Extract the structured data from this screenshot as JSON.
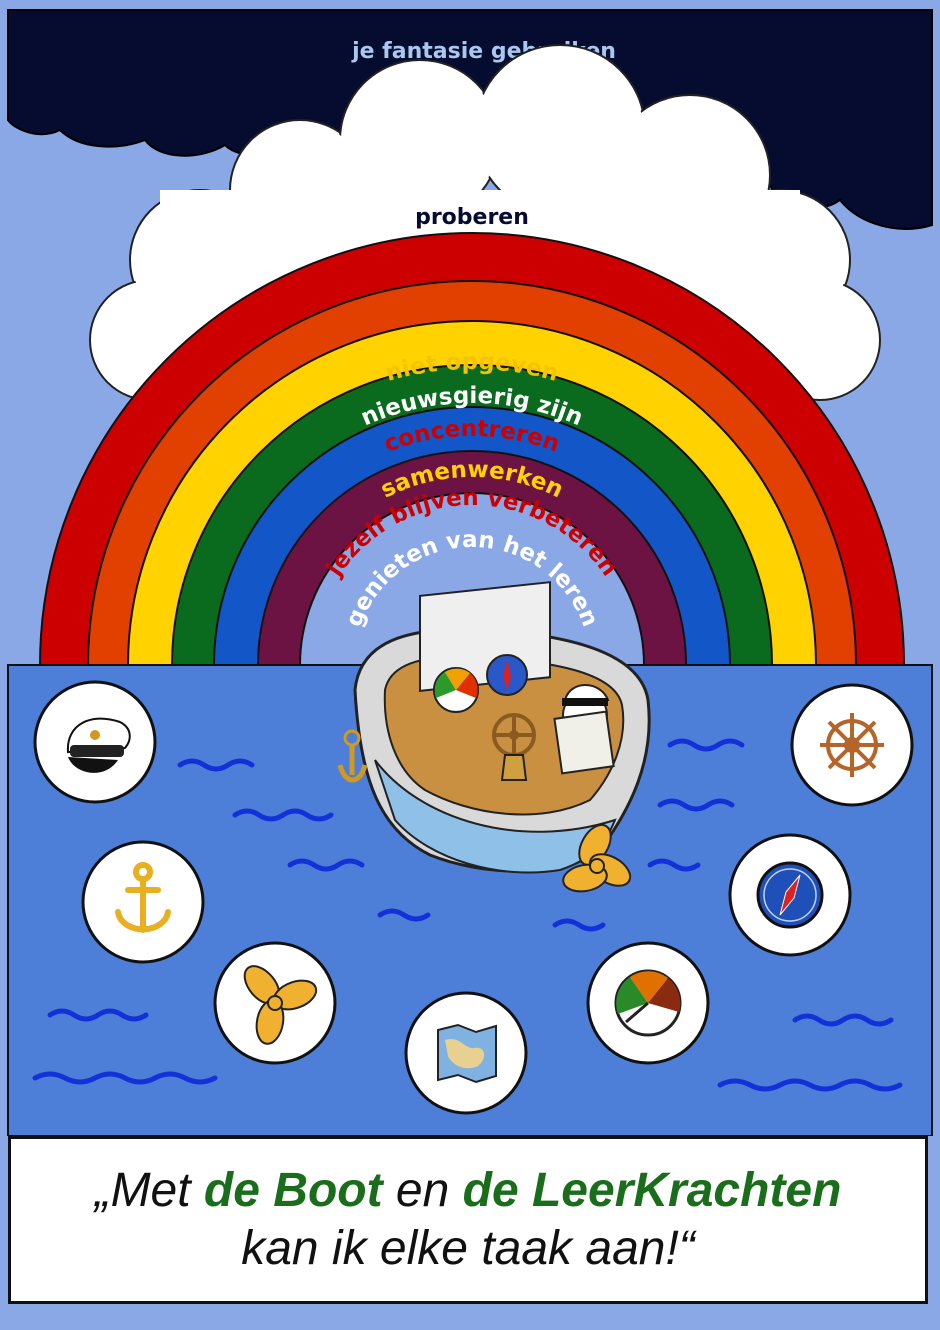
{
  "top_label": "je fantasie gebruiken",
  "rainbow": {
    "outer_label": "proberen",
    "bands": [
      {
        "text": "niet opgeven",
        "fill": "#cc0000",
        "text_color": "#f5c400"
      },
      {
        "text": "nieuwsgierig zijn",
        "fill": "#e24000",
        "text_color": "#ffffff"
      },
      {
        "text": "concentreren",
        "fill": "#ffd200",
        "text_color": "#cc0000"
      },
      {
        "text": "samenwerken",
        "fill": "#0a6a1e",
        "text_color": "#ffd200"
      },
      {
        "text": "jezelf blijven verbeteren",
        "fill": "#1356c8",
        "text_color": "#cc0000"
      },
      {
        "text": "genieten van het leren",
        "fill": "#6d1343",
        "text_color": "#ffffff"
      }
    ]
  },
  "colors": {
    "sky": "#8aa8e6",
    "storm_cloud": "#050c30",
    "sea": "#4e7fd8",
    "wave": "#1232d8",
    "caption_green": "#1a6d1a"
  },
  "icons": [
    "captain-hat-icon",
    "anchor-icon",
    "propeller-icon",
    "map-icon",
    "gauge-icon",
    "compass-icon",
    "ship-wheel-icon"
  ],
  "caption": {
    "open_quote": "„",
    "w1": "Met ",
    "w2": "de Boot",
    "w3": " en ",
    "w4": "de LeerKrachten",
    "line2": "kan ik elke taak aan!“"
  }
}
